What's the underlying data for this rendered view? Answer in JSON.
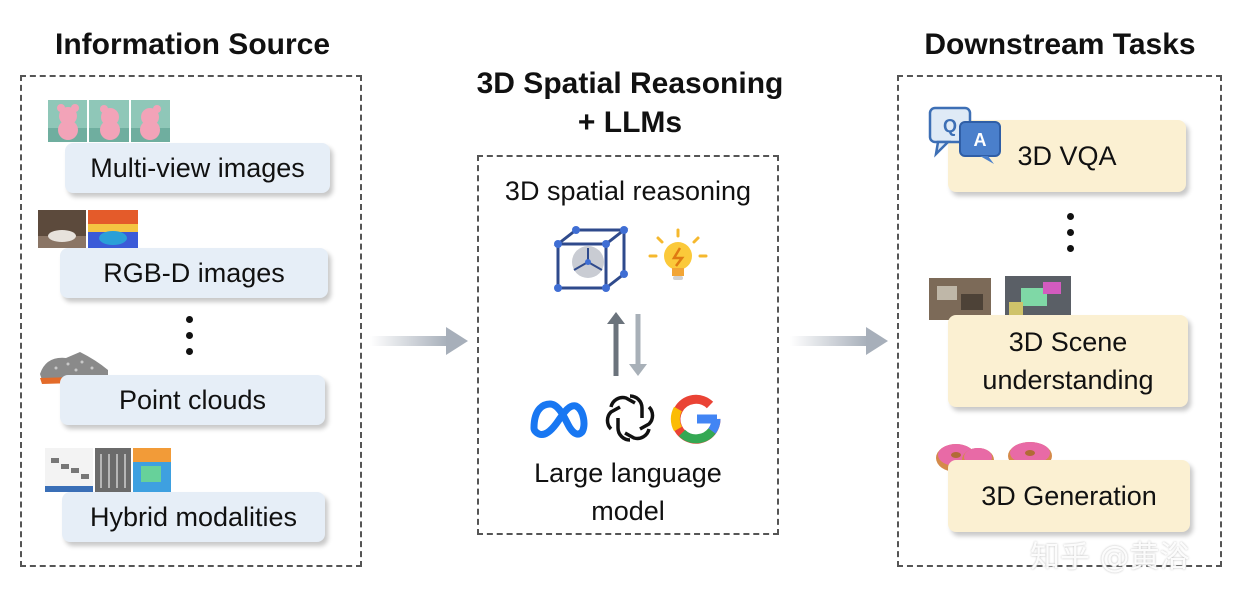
{
  "left": {
    "title": "Information Source",
    "items": [
      {
        "label": "Multi-view images"
      },
      {
        "label": "RGB-D images"
      },
      {
        "label": "Point clouds"
      },
      {
        "label": "Hybrid modalities"
      }
    ]
  },
  "center": {
    "title_line1": "3D Spatial Reasoning",
    "title_line2": "+ LLMs",
    "box_top_label": "3D spatial reasoning",
    "box_bottom_line1": "Large language",
    "box_bottom_line2": "model"
  },
  "right": {
    "title": "Downstream Tasks",
    "items": [
      {
        "label": "3D VQA"
      },
      {
        "line1": "3D Scene",
        "line2": "understanding"
      },
      {
        "label": "3D Generation"
      }
    ]
  },
  "watermark": "知乎 @黄浴",
  "colors": {
    "left_pill": "#e6eef7",
    "right_pill": "#fbf0d2",
    "arrow": "#a7afba",
    "cube": "#2f4a8c"
  },
  "icons": [
    "cube-icon",
    "lightbulb-icon",
    "up-down-arrows-icon",
    "meta-logo",
    "openai-logo",
    "google-logo",
    "qa-chat-icon"
  ]
}
